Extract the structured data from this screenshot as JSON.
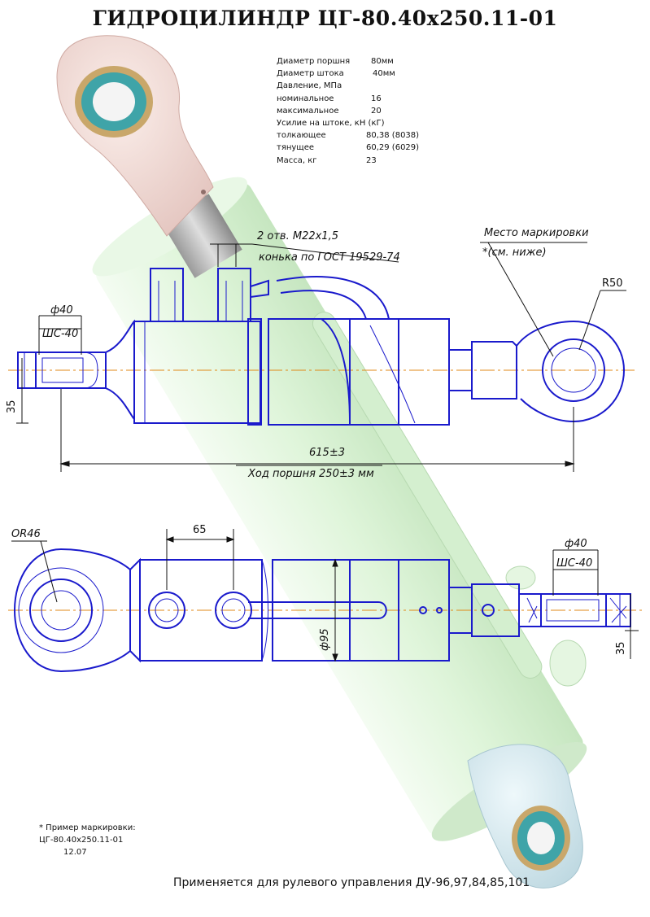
{
  "title": "ГИДРОЦИЛИНДР ЦГ-80.40х250.11-01",
  "specs": [
    {
      "label": "Диаметр поршня",
      "value": "80мм"
    },
    {
      "label": "Диаметр штока",
      "value": "40мм"
    },
    {
      "label": "Давление, МПа",
      "value": ""
    },
    {
      "label": "номинальное",
      "value": "16"
    },
    {
      "label": "максимальное",
      "value": "20"
    },
    {
      "label": "Усилие на штоке, кН (кГ)",
      "value": ""
    },
    {
      "label": "толкающее",
      "value": "80,38 (8038)"
    },
    {
      "label": "тянущее",
      "value": "60,29 (6029)"
    },
    {
      "label": "Масса, кг",
      "value": "23"
    }
  ],
  "annotations": {
    "ports": "2 отв. М22х1,5",
    "ports_gost": "конька по ГОСТ 19529-74",
    "marking_place": "Место маркировки",
    "marking_see": "*(см. ниже)",
    "r50": "R50",
    "phi40_left": "ф40",
    "shs40_left": "ШС-40",
    "dim35_left": "35",
    "length": "615±3",
    "stroke": "Ход поршня 250±3 мм",
    "or46": "ОR46",
    "dim65": "65",
    "phi95": "ф95",
    "phi40_right": "ф40",
    "shs40_right": "ШС-40",
    "dim35_right": "35"
  },
  "marking_example": {
    "heading": "* Пример маркировки:",
    "code": "ЦГ-80.40х250.11-01",
    "date": "12.07"
  },
  "footer": "Применяется для рулевого управления ДУ-96,97,84,85,101",
  "colors": {
    "drawing_line": "#1a1acc",
    "axis_line": "#e08a1a",
    "cylinder_body": "#dff5da",
    "rod_eye": "#f2dcd8",
    "bottom_eye": "#d8ecf2",
    "bearing": "#3fa4a8"
  }
}
